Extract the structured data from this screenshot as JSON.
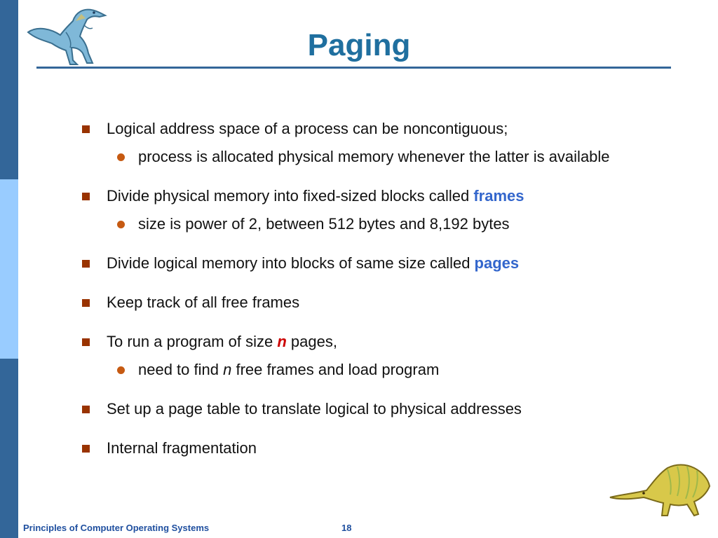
{
  "slide": {
    "title": "Paging",
    "footer": "Principles of Computer Operating Systems",
    "page_number": "18",
    "colors": {
      "title": "#1f6f9f",
      "band_dark": "#336699",
      "band_light": "#99ccff",
      "bullet_square": "#993300",
      "bullet_dot": "#c65a12",
      "keyword_blue": "#3366cc",
      "keyword_red": "#cc0000"
    },
    "bullets": [
      {
        "text": "Logical address space of a process can be noncontiguous;",
        "sub": [
          "process is allocated physical memory whenever the latter is available"
        ]
      },
      {
        "text": "Divide physical memory into fixed-sized blocks called ",
        "keyword": "frames",
        "sub": [
          "size is power of 2, between 512 bytes and 8,192 bytes"
        ]
      },
      {
        "text": "Divide logical memory into blocks of same size called ",
        "keyword": "pages"
      },
      {
        "text": "Keep track of all free frames"
      },
      {
        "text_before": "To run a program of size ",
        "keyword": "n",
        "text_after": " pages,",
        "sub": [
          {
            "before": "need to find ",
            "italic": "n",
            "after": " free frames and load program"
          }
        ]
      },
      {
        "text": "Set up a page table to translate logical to physical addresses"
      },
      {
        "text": "Internal fragmentation"
      }
    ],
    "icons": [
      "dinosaur-icon-top",
      "dinosaur-icon-bottom"
    ]
  }
}
